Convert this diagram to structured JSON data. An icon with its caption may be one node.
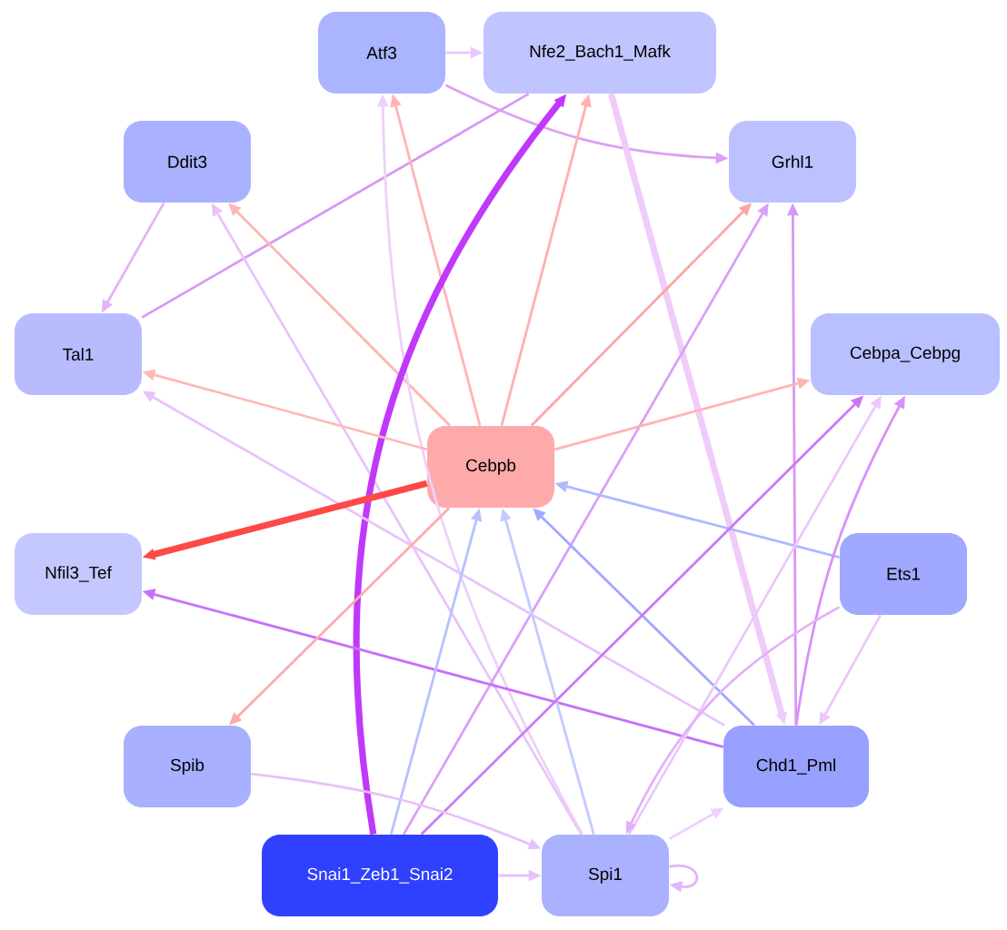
{
  "diagram": {
    "nodes": [
      {
        "text": [
          "Atf3"
        ]
      },
      {
        "text": [
          "Nfe2_Bach1_Mafk"
        ]
      },
      {
        "text": [
          "Ddit3"
        ]
      },
      {
        "text": [
          "Grhl1"
        ]
      },
      {
        "text": [
          "Tal1"
        ]
      },
      {
        "text": [
          "Cebpa_Cebpg"
        ]
      },
      {
        "text": [
          "Cebpb"
        ]
      },
      {
        "text": [
          "Nfil3_Tef"
        ]
      },
      {
        "text": [
          "Ets1"
        ]
      },
      {
        "text": [
          "Spib"
        ]
      },
      {
        "text": [
          "Chd1_Pml"
        ]
      },
      {
        "text": [
          "Snai1_Zeb1_Snai2"
        ]
      },
      {
        "text": [
          "Spi1"
        ]
      }
    ],
    "edges": [
      {
        "from": 0,
        "to": 1,
        "arrow": "to",
        "color": "#ecc8fa"
      },
      {
        "from": 0,
        "to": 3,
        "arrow": "to",
        "color": "#dca0f6"
      },
      {
        "from": 1,
        "to": 4,
        "arrow": "none",
        "color": "#d898f4"
      },
      {
        "from": 2,
        "to": 4,
        "arrow": "to",
        "color": "#e2b4f8"
      },
      {
        "from": 6,
        "to": 2,
        "arrow": "to",
        "color": "#ffb4b4"
      },
      {
        "from": 12,
        "to": 2,
        "arrow": "to",
        "color": "#e8c4fa"
      },
      {
        "from": 12,
        "to": 0,
        "arrow": "to",
        "color": "#eed0fa"
      },
      {
        "from": 6,
        "to": 0,
        "arrow": "to",
        "color": "#ffb4b4"
      },
      {
        "from": 11,
        "to": 1,
        "arrow": "to",
        "style": "thick",
        "color": "#c038fa"
      },
      {
        "from": 6,
        "to": 1,
        "arrow": "to",
        "color": "#ffb0b0"
      },
      {
        "from": 1,
        "to": 10,
        "arrow": "to",
        "style": "thick",
        "color": "#f0ccfa"
      },
      {
        "from": 6,
        "to": 3,
        "arrow": "to",
        "color": "#ffa4a4"
      },
      {
        "from": 11,
        "to": 3,
        "arrow": "to",
        "color": "#d8a0f8"
      },
      {
        "from": 10,
        "to": 3,
        "arrow": "to",
        "color": "#d898f4"
      },
      {
        "from": 6,
        "to": 4,
        "arrow": "to",
        "color": "#ffb8b8"
      },
      {
        "from": 10,
        "to": 4,
        "arrow": "to",
        "color": "#e8c4fa"
      },
      {
        "from": 6,
        "to": 5,
        "arrow": "to",
        "color": "#ffb4b4"
      },
      {
        "from": 6,
        "to": 7,
        "arrow": "to",
        "style": "thick",
        "color": "#ff4848"
      },
      {
        "from": 10,
        "to": 7,
        "arrow": "to",
        "color": "#c870f8"
      },
      {
        "from": 8,
        "to": 6,
        "arrow": "to",
        "color": "#b0b8ff"
      },
      {
        "from": 10,
        "to": 6,
        "arrow": "to",
        "color": "#a0a8ff"
      },
      {
        "from": 11,
        "to": 6,
        "arrow": "to",
        "color": "#b8c0ff"
      },
      {
        "from": 12,
        "to": 6,
        "arrow": "to",
        "color": "#c4caff"
      },
      {
        "from": 6,
        "to": 9,
        "arrow": "to",
        "color": "#ffaaaa"
      },
      {
        "from": 11,
        "to": 5,
        "arrow": "to",
        "color": "#cc78f6"
      },
      {
        "from": 10,
        "to": 5,
        "arrow": "to",
        "color": "#d890f8"
      },
      {
        "from": 12,
        "to": 5,
        "arrow": "to",
        "color": "#ecc8fa"
      },
      {
        "from": 8,
        "to": 12,
        "arrow": "to",
        "color": "#e2b0f8"
      },
      {
        "from": 8,
        "to": 10,
        "arrow": "to",
        "color": "#ecc8fa"
      },
      {
        "from": 9,
        "to": 12,
        "arrow": "to",
        "color": "#e8c0fa"
      },
      {
        "from": 11,
        "to": 12,
        "arrow": "to",
        "color": "#e8c0fa"
      },
      {
        "from": 12,
        "to": 10,
        "arrow": "to",
        "color": "#f0d0fc"
      },
      {
        "from": 12,
        "to": 12,
        "arrow": "to",
        "color": "#e2b4f8"
      }
    ]
  }
}
